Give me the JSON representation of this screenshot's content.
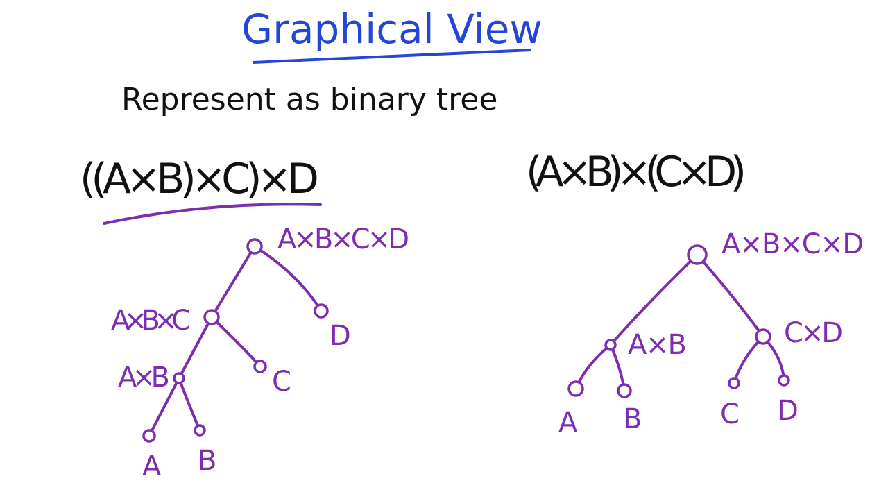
{
  "title": "Graphical View",
  "subtitle": "Represent as binary tree",
  "colors": {
    "title": "#2446d6",
    "tree": "#7e2db0",
    "text": "#111111"
  },
  "left": {
    "expression": "((A×B)×C)×D",
    "nodes": {
      "root": "A×B×C×D",
      "abc": "A×B×C",
      "d": "D",
      "ab": "A×B",
      "c": "C",
      "a": "A",
      "b": "B"
    }
  },
  "right": {
    "expression": "(A×B)×(C×D)",
    "nodes": {
      "root": "A×B×C×D",
      "ab": "A×B",
      "cd": "C×D",
      "a": "A",
      "b": "B",
      "c": "C",
      "d": "D"
    }
  }
}
